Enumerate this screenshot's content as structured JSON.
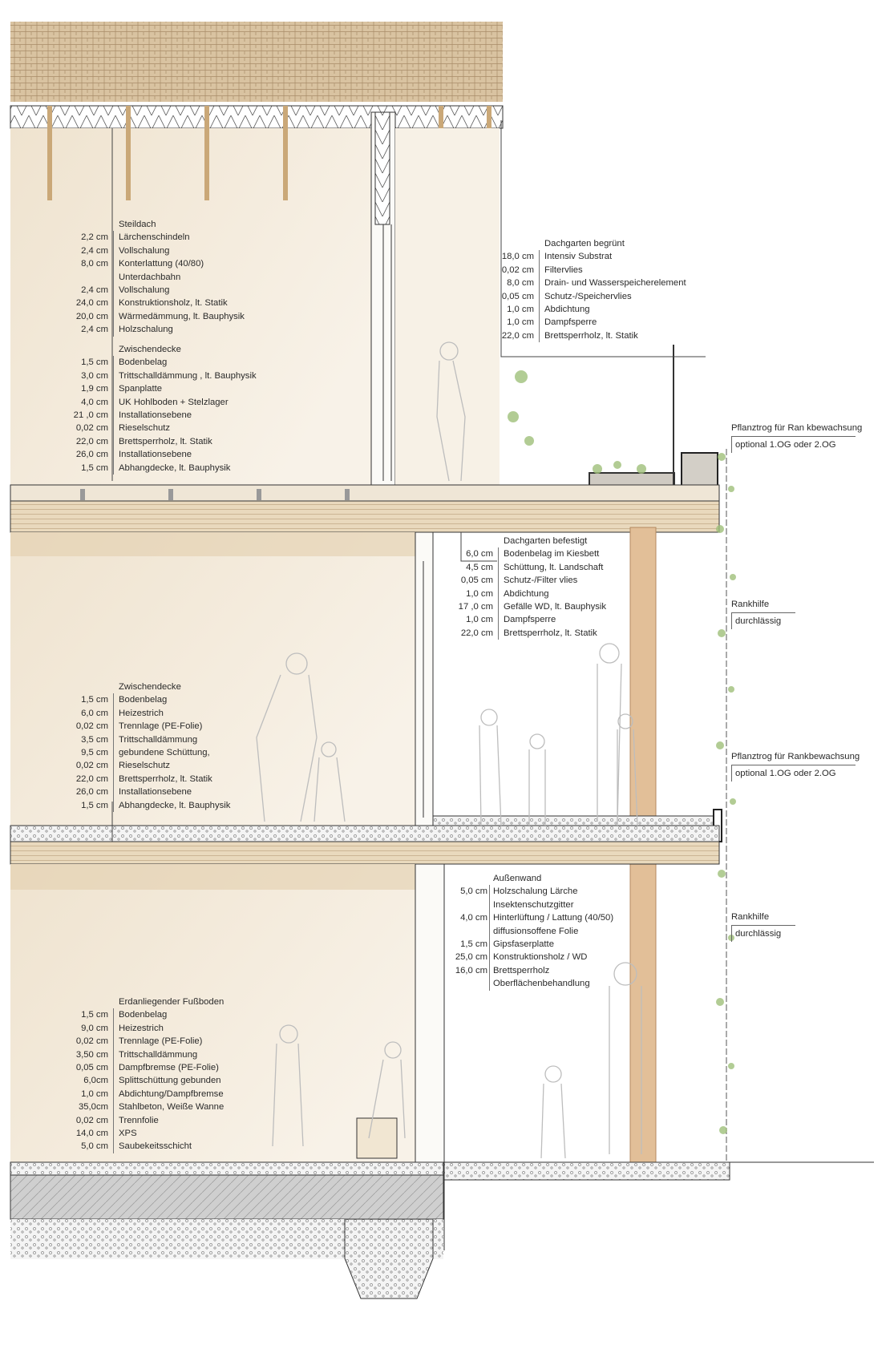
{
  "blocks": {
    "steildach": {
      "heading": "Steildach",
      "rows": [
        [
          "2,2 cm",
          "Lärchenschindeln"
        ],
        [
          "2,4 cm",
          "Vollschalung"
        ],
        [
          "8,0 cm",
          "Konterlattung (40/80)"
        ],
        [
          "",
          "Unterdachbahn"
        ],
        [
          "2,4 cm",
          "Vollschalung"
        ],
        [
          "24,0 cm",
          "Konstruktionsholz,  lt. Statik"
        ],
        [
          "20,0 cm",
          "Wärmedämmung, lt. Bauphysik"
        ],
        [
          "2,4 cm",
          "Holzschalung"
        ]
      ]
    },
    "zw1": {
      "heading": "Zwischendecke",
      "rows": [
        [
          "1,5  cm",
          "Bodenbelag"
        ],
        [
          "3,0 cm",
          "Trittschalldämmung , lt. Bauphysik"
        ],
        [
          "1,9  cm",
          "Spanplatte"
        ],
        [
          "4,0 cm",
          "UK Hohlboden + Stelzlager"
        ],
        [
          "21 ,0 cm",
          "Installationsebene"
        ],
        [
          "0,02 cm",
          "Rieselschutz"
        ],
        [
          "22,0 cm",
          "Brettsperrholz,  lt. Statik"
        ],
        [
          "26,0 cm",
          "Installationsebene"
        ],
        [
          "1,5  cm",
          "Abhangdecke, lt. Bauphysik"
        ]
      ]
    },
    "dg_begruent": {
      "heading": "Dachgarten begrünt",
      "rows": [
        [
          "18,0  cm",
          "Intensiv  Substrat"
        ],
        [
          "0,02 cm",
          "Filtervlies"
        ],
        [
          "8,0 cm",
          "Drain- und Wasserspeicherelement"
        ],
        [
          "0,05 cm",
          "Schutz-/Speichervlies"
        ],
        [
          "1,0  cm",
          "Abdichtung"
        ],
        [
          "1,0  cm",
          "Dampfsperre"
        ],
        [
          "22,0 cm",
          "Brettsperrholz,  lt. Statik"
        ]
      ]
    },
    "dg_befestigt": {
      "heading": "Dachgarten befestigt",
      "rows": [
        [
          "6,0 cm",
          "Bodenbelag im Kiesbett"
        ],
        [
          "4,5 cm",
          "Schüttung,  lt. Landschaft"
        ],
        [
          "0,05 cm",
          "Schutz-/Filter vlies"
        ],
        [
          "1,0  cm",
          "Abdichtung"
        ],
        [
          "17 ,0 cm",
          "Gefälle WD, lt. Bauphysik"
        ],
        [
          "1,0  cm",
          "Dampfsperre"
        ],
        [
          "22,0  cm",
          "Brettsperrholz,  lt. Statik"
        ]
      ]
    },
    "zw2": {
      "heading": "Zwischendecke",
      "rows": [
        [
          "1,5  cm",
          "Bodenbelag"
        ],
        [
          "6,0 cm",
          "Heizestrich"
        ],
        [
          "0,02 cm",
          "Trennlage  (PE-Folie)"
        ],
        [
          "3,5 cm",
          "Trittschalldämmung"
        ],
        [
          "9,5 cm",
          "gebundene Schüttung,"
        ],
        [
          "0,02 cm",
          "Rieselschutz"
        ],
        [
          "22,0 cm",
          "Brettsperrholz,  lt. Statik"
        ],
        [
          "26,0 cm",
          "Installationsebene"
        ],
        [
          "1,5  cm",
          "Abhangdecke, lt. Bauphysik"
        ]
      ]
    },
    "aussenwand": {
      "heading": "Außenwand",
      "rows": [
        [
          "5,0 cm",
          "Holzschalung  Lärche"
        ],
        [
          "",
          "Insektenschutzgitter"
        ],
        [
          "4,0 cm",
          "Hinterlüftung / Lattung (40/50)"
        ],
        [
          "",
          "diffusionsoffene  Folie"
        ],
        [
          "1,5  cm",
          "Gipsfaserplatte"
        ],
        [
          "25,0 cm",
          "Konstruktionsholz  / WD"
        ],
        [
          "16,0  cm",
          "Brettsperrholz"
        ],
        [
          "",
          "Oberflächenbehandlung"
        ]
      ]
    },
    "erd": {
      "heading": "Erdanliegender  Fußboden",
      "rows": [
        [
          "1,5  cm",
          "Bodenbelag"
        ],
        [
          "9,0 cm",
          "Heizestrich"
        ],
        [
          "0,02 cm",
          "Trennlage  (PE-Folie)"
        ],
        [
          "3,50 cm",
          "Trittschalldämmung"
        ],
        [
          "0,05 cm",
          "Dampfbremse  (PE-Folie)"
        ],
        [
          "6,0cm",
          "Splittschüttung  gebunden"
        ],
        [
          "1,0  cm",
          "Abdichtung/Dampfbremse"
        ],
        [
          "35,0cm",
          "Stahlbeton,  Weiße  Wanne"
        ],
        [
          "0,02 cm",
          "Trennfolie"
        ],
        [
          "14,0  cm",
          "XPS"
        ],
        [
          "5,0 cm",
          "Saubekeitsschicht"
        ]
      ]
    }
  },
  "notes": {
    "pf1": {
      "title": "Pflanztrog  für Ran kbewachsung",
      "sub": "optional 1.OG  oder 2.OG"
    },
    "rk1": {
      "title": "Rankhilfe",
      "sub": "durchlässig"
    },
    "pf2": {
      "title": "Pflanztrog  für Rankbewachsung",
      "sub": "optional 1.OG  oder 2.OG"
    },
    "rk2": {
      "title": "Rankhilfe",
      "sub": "durchlässig"
    }
  },
  "colors": {
    "wood": "#e6d4b4",
    "interior": "#f3eadb",
    "plant": "#9fc07a",
    "line": "#333333",
    "concrete": "#c9c9c9"
  }
}
